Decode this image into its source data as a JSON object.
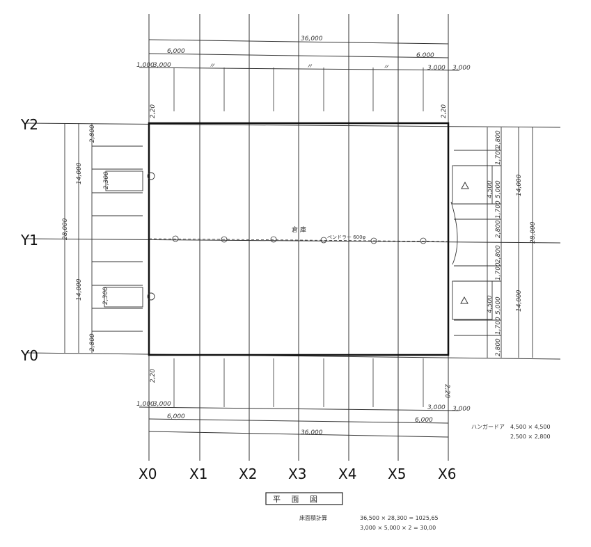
{
  "title": "平 面 図",
  "axes": {
    "x": [
      "X0",
      "X1",
      "X2",
      "X3",
      "X4",
      "X5",
      "X6"
    ],
    "y": [
      "Y0",
      "Y1",
      "Y2"
    ]
  },
  "dimensions": {
    "top_total": "36,000",
    "top_left_span": "6,000",
    "top_right_span": "6,000",
    "top_left_edge": "1,000",
    "top_left_bay": "3,000",
    "top_right_bay": "3,000",
    "top_right_edge": "3,000",
    "bottom_total": "36,000",
    "bottom_left_span": "6,000",
    "bottom_right_span": "6,000",
    "bottom_left_edge": "1,000",
    "bottom_left_bay": "3,000",
    "bottom_right_bay": "3,000",
    "bottom_right_edge": "3,000",
    "ditto": "〃",
    "left_total": "28,000",
    "left_upper": "14,000",
    "left_lower": "14,000",
    "left_top_bay": "2,800",
    "left_bottom_bay": "2,800",
    "left_door_upper": "2,300",
    "left_door_lower": "2,300",
    "right_total": "28,000",
    "right_upper": "14,000",
    "right_lower": "14,000",
    "right_bays": [
      "2,800",
      "1,700",
      "5,000",
      "1,700",
      "2,800",
      "2,800",
      "1,700",
      "5,000",
      "1,700",
      "2,800"
    ],
    "right_door_upper": "4,500",
    "right_door_lower": "4,500",
    "corner_tl": "2,20",
    "corner_tr": "2,20",
    "corner_bl": "2,20",
    "corner_br": "2,20"
  },
  "center_labels": {
    "room": "倉 庫",
    "equipment": "ペンドラー 600φ"
  },
  "hangar_note": {
    "label": "ハンガードア",
    "line1": "4,500 × 4,500",
    "line2": "2,500 × 2,800"
  },
  "area_calc": {
    "label": "床面積計算",
    "line1": "36,500 × 28,300 = 1025,65",
    "line2": "3,000 × 5,000 × 2 = 30,00"
  }
}
